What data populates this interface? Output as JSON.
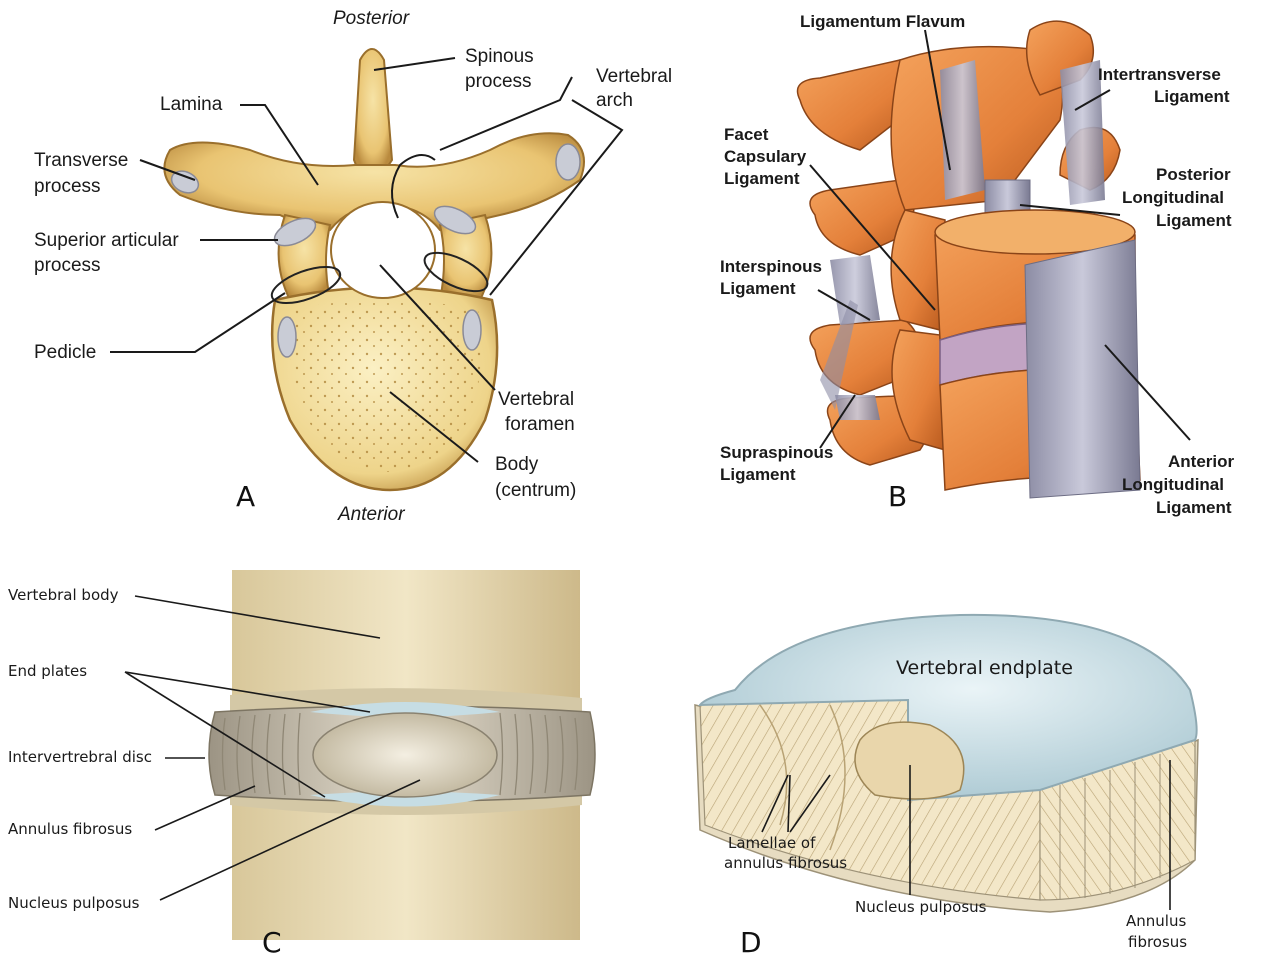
{
  "panels": {
    "A": {
      "letter": "A",
      "orientation_top": "Posterior",
      "orientation_bottom": "Anterior",
      "labels": {
        "spinous_1": "Spinous",
        "spinous_2": "process",
        "vertebral_arch_1": "Vertebral",
        "vertebral_arch_2": "arch",
        "lamina": "Lamina",
        "transverse_1": "Transverse",
        "transverse_2": "process",
        "sup_art_1": "Superior articular",
        "sup_art_2": "process",
        "pedicle": "Pedicle",
        "foramen_1": "Vertebral",
        "foramen_2": "foramen",
        "body_1": "Body",
        "body_2": "(centrum)"
      }
    },
    "B": {
      "letter": "B",
      "labels": {
        "flavum": "Ligamentum Flavum",
        "intertransverse_1": "Intertransverse",
        "intertransverse_2": "Ligament",
        "facet_1": "Facet",
        "facet_2": "Capsulary",
        "facet_3": "Ligament",
        "posterior_1": "Posterior",
        "posterior_2": "Longitudinal",
        "posterior_3": "Ligament",
        "interspinous_1": "Interspinous",
        "interspinous_2": "Ligament",
        "supraspinous_1": "Supraspinous",
        "supraspinous_2": "Ligament",
        "anterior_1": "Anterior",
        "anterior_2": "Longitudinal",
        "anterior_3": "Ligament"
      }
    },
    "C": {
      "letter": "C",
      "labels": {
        "vertebral_body": "Vertebral body",
        "end_plates": "End plates",
        "disc": "Intervertrebral disc",
        "annulus": "Annulus fibrosus",
        "nucleus": "Nucleus pulposus"
      }
    },
    "D": {
      "letter": "D",
      "labels": {
        "endplate": "Vertebral endplate",
        "lamellae_1": "Lamellae of",
        "lamellae_2": "annulus fibrosus",
        "nucleus": "Nucleus pulposus",
        "annulus_1": "Annulus",
        "annulus_2": "fibrosus"
      }
    }
  }
}
